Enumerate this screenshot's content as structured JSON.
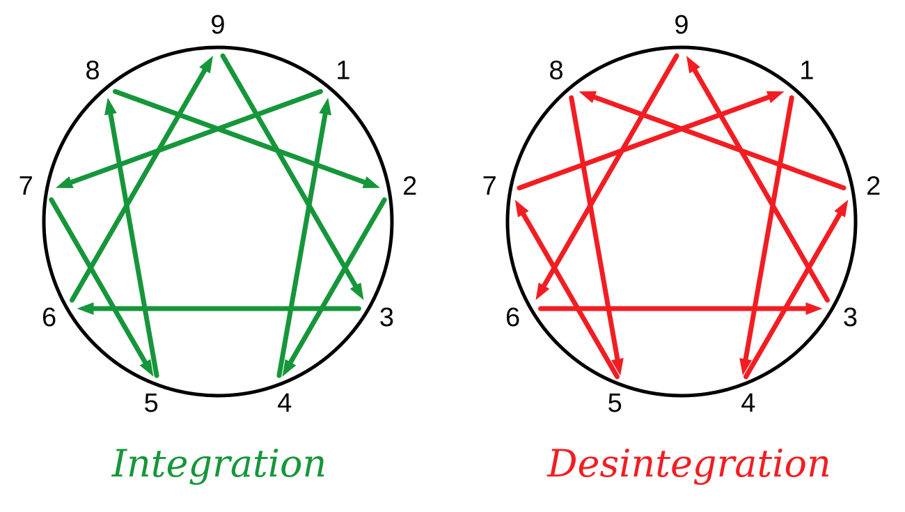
{
  "colors": {
    "integration": "#16963a",
    "desintegration": "#f21d22",
    "circle": "#000000"
  },
  "diagrams": [
    {
      "id": "integration",
      "caption": "Integration",
      "color_key": "integration",
      "arrows": [
        {
          "from": "1",
          "to": "7"
        },
        {
          "from": "7",
          "to": "5"
        },
        {
          "from": "5",
          "to": "8"
        },
        {
          "from": "8",
          "to": "2"
        },
        {
          "from": "2",
          "to": "4"
        },
        {
          "from": "4",
          "to": "1"
        },
        {
          "from": "9",
          "to": "3"
        },
        {
          "from": "3",
          "to": "6"
        },
        {
          "from": "6",
          "to": "9"
        }
      ]
    },
    {
      "id": "desintegration",
      "caption": "Desintegration",
      "color_key": "desintegration",
      "arrows": [
        {
          "from": "1",
          "to": "4"
        },
        {
          "from": "4",
          "to": "2"
        },
        {
          "from": "2",
          "to": "8"
        },
        {
          "from": "8",
          "to": "5"
        },
        {
          "from": "5",
          "to": "7"
        },
        {
          "from": "7",
          "to": "1"
        },
        {
          "from": "9",
          "to": "6"
        },
        {
          "from": "6",
          "to": "3"
        },
        {
          "from": "3",
          "to": "9"
        }
      ]
    }
  ],
  "point_labels": [
    "9",
    "1",
    "2",
    "3",
    "4",
    "5",
    "6",
    "7",
    "8"
  ]
}
